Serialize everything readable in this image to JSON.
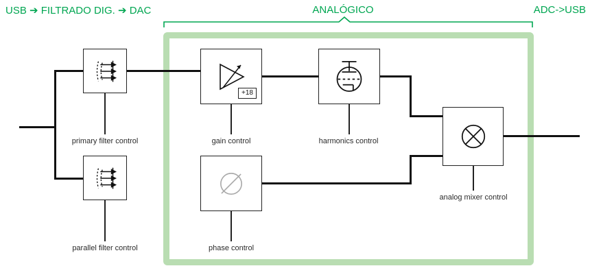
{
  "header": {
    "left_label": "USB ➔ FILTRADO DIG. ➔ DAC",
    "center_label": "ANALÓGICO",
    "right_label": "ADC->USB"
  },
  "blocks": {
    "primary_filter": "primary filter control",
    "parallel_filter": "parallel filter control",
    "gain": "gain control",
    "gain_badge": "+18",
    "harmonics": "harmonics control",
    "phase": "phase control",
    "mixer": "analog mixer control"
  },
  "icons": {
    "primary_filter": "filter-icon",
    "parallel_filter": "filter-icon",
    "gain": "amplifier-triangle-icon",
    "harmonics": "vacuum-tube-icon",
    "phase": "phase-circle-icon",
    "mixer": "mixer-crossed-circle-icon"
  },
  "colors": {
    "green_text": "#00A651",
    "region_border": "#B9DDB2",
    "line": "#111111"
  }
}
